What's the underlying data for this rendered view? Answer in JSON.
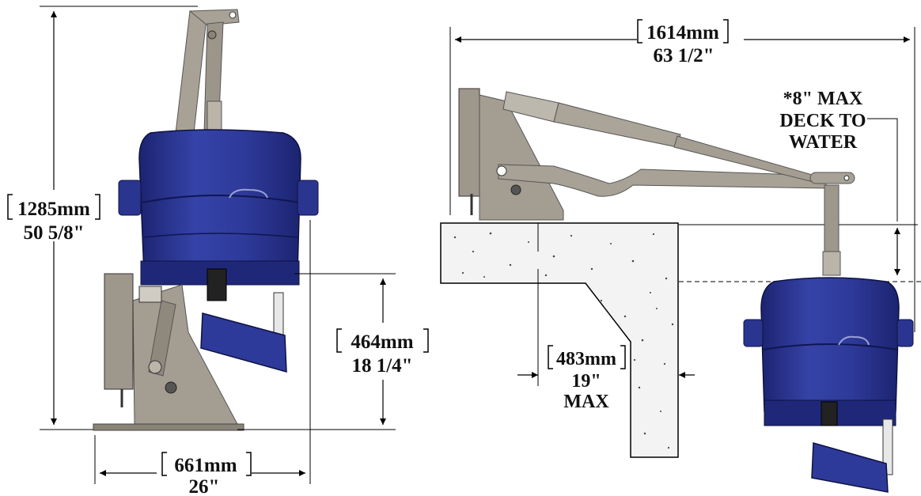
{
  "colors": {
    "seat_blue": "#2e3a9a",
    "seat_blue_dark": "#1c2470",
    "frame_gray": "#a49d91",
    "frame_dark": "#6e685e",
    "concrete": "#f2f2f2",
    "line": "#000000"
  },
  "left_view": {
    "height": {
      "metric": "1285mm",
      "imperial": "50 5/8\""
    },
    "seat_height": {
      "metric": "464mm",
      "imperial": "18 1/4\""
    },
    "base_width": {
      "metric": "661mm",
      "imperial": "26\""
    }
  },
  "right_view": {
    "reach": {
      "metric": "1614mm",
      "imperial": "63 1/2\""
    },
    "deck_note": {
      "line1": "*8\" MAX",
      "line2": "DECK TO",
      "line3": "WATER"
    },
    "setback": {
      "metric": "483mm",
      "imperial": "19\"",
      "qualifier": "MAX"
    }
  }
}
